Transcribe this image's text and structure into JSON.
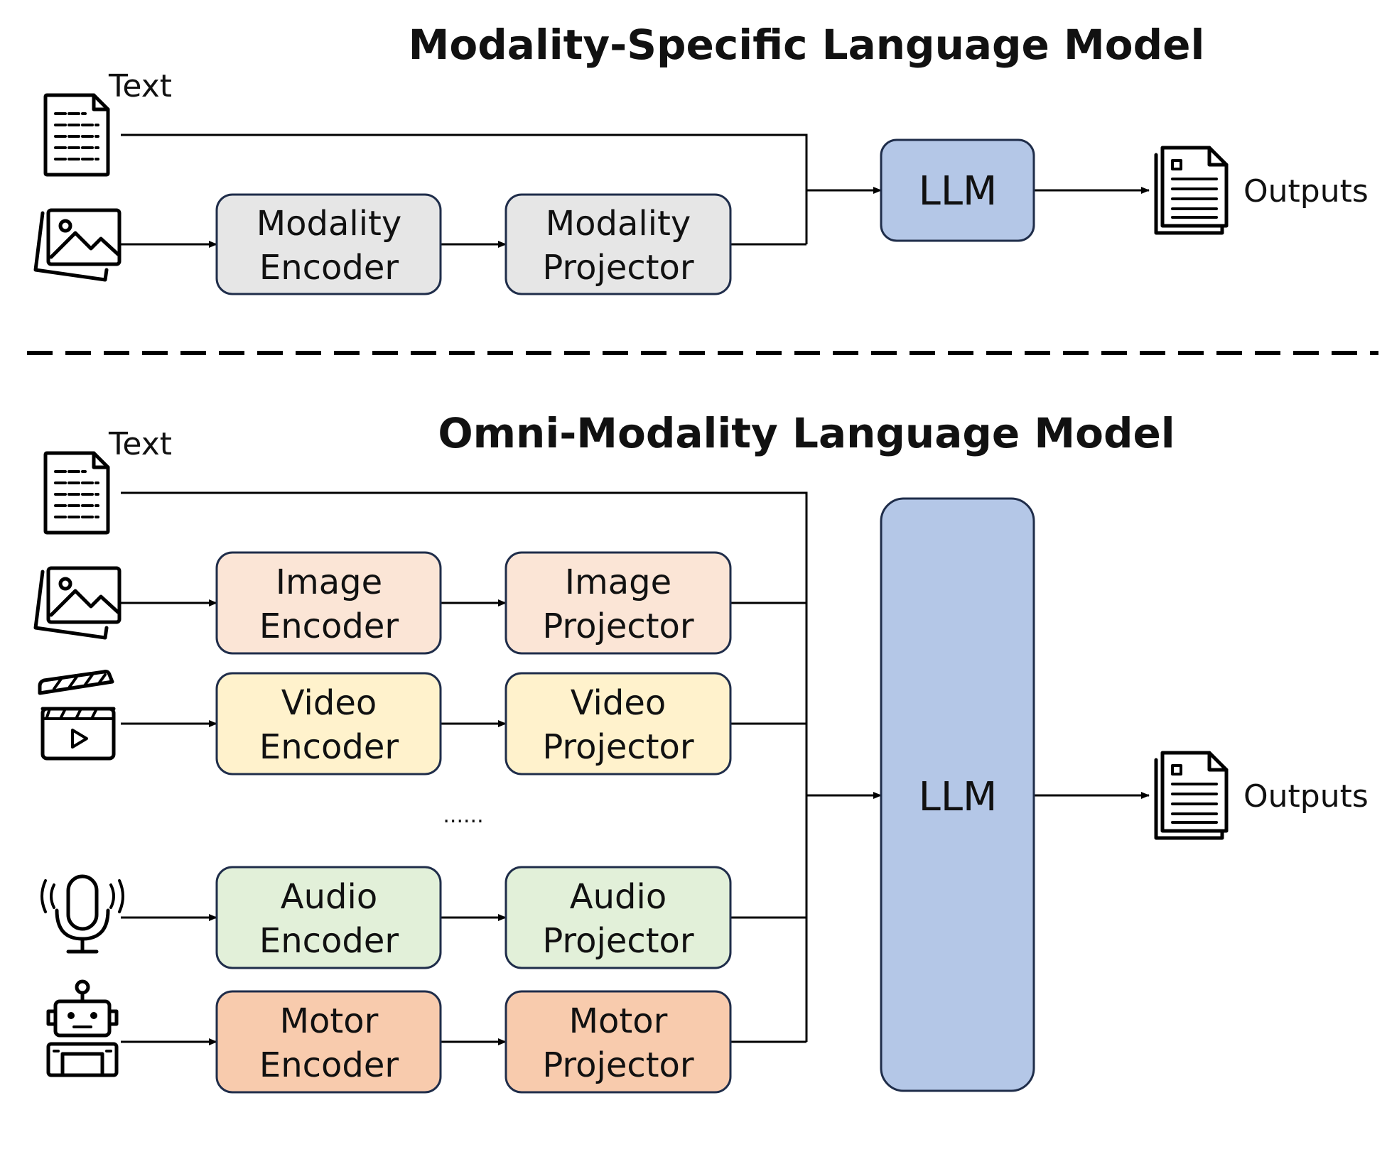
{
  "top": {
    "title": "Modality-Specific Language Model",
    "text_label": "Text",
    "encoder": [
      "Modality",
      "Encoder"
    ],
    "projector": [
      "Modality",
      "Projector"
    ],
    "llm": "LLM",
    "outputs": "Outputs"
  },
  "bottom": {
    "title": "Omni-Modality Language Model",
    "text_label": "Text",
    "image_encoder": [
      "Image",
      "Encoder"
    ],
    "image_projector": [
      "Image",
      "Projector"
    ],
    "video_encoder": [
      "Video",
      "Encoder"
    ],
    "video_projector": [
      "Video",
      "Projector"
    ],
    "ellipsis": "......",
    "audio_encoder": [
      "Audio",
      "Encoder"
    ],
    "audio_projector": [
      "Audio",
      "Projector"
    ],
    "motor_encoder": [
      "Motor",
      "Encoder"
    ],
    "motor_projector": [
      "Motor",
      "Projector"
    ],
    "llm": "LLM",
    "outputs": "Outputs"
  },
  "colors": {
    "generic_box": "#e6e6e6",
    "llm": "#b4c7e7",
    "image": "#fbe5d6",
    "video": "#fff2cc",
    "audio": "#e2f0d9",
    "motor": "#f8cbad",
    "box_border": "#1f2d4a"
  },
  "icons": {
    "text": "document-icon",
    "image": "image-icon",
    "video": "clapperboard-icon",
    "audio": "microphone-icon",
    "motor": "robot-icon",
    "outputs": "documents-icon"
  }
}
